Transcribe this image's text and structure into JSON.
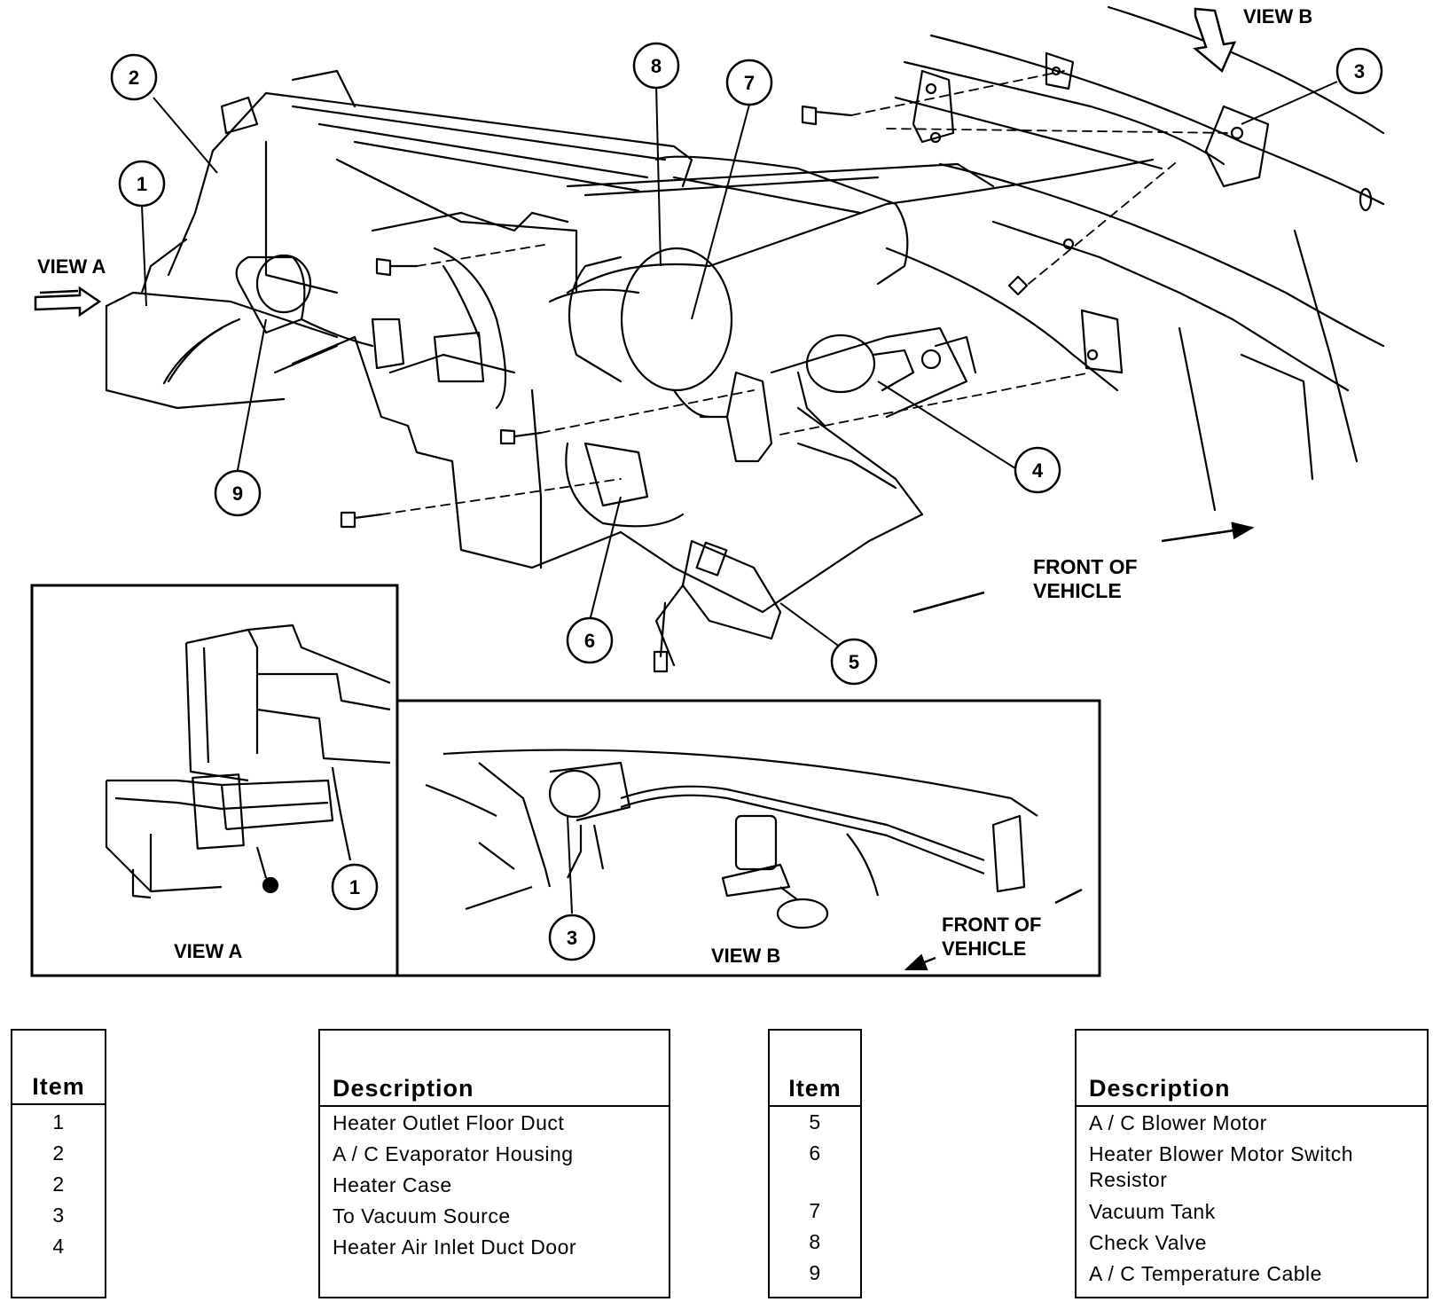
{
  "diagram": {
    "view_a_label": "VIEW A",
    "view_b_label": "VIEW B",
    "front_of_vehicle_line1": "FRONT OF",
    "front_of_vehicle_line2": "VEHICLE",
    "callouts": {
      "c1": "1",
      "c2": "2",
      "c3": "3",
      "c4": "4",
      "c5": "5",
      "c6": "6",
      "c7": "7",
      "c8": "8",
      "c9": "9"
    },
    "inset_a": {
      "caption": "VIEW A",
      "callout": "1"
    },
    "inset_b": {
      "caption": "VIEW B",
      "callout": "3",
      "front_line1": "FRONT OF",
      "front_line2": "VEHICLE"
    }
  },
  "legend": {
    "left": {
      "item_header": "Item",
      "desc_header": "Description",
      "rows": [
        {
          "item": "1",
          "description": "Heater Outlet Floor Duct"
        },
        {
          "item": "2",
          "description": "A / C Evaporator Housing"
        },
        {
          "item": "2",
          "description": "Heater Case"
        },
        {
          "item": "3",
          "description": "To Vacuum Source"
        },
        {
          "item": "4",
          "description": "Heater Air Inlet Duct Door"
        }
      ]
    },
    "right": {
      "item_header": "Item",
      "desc_header": "Description",
      "rows": [
        {
          "item": "5",
          "description": "A / C Blower Motor"
        },
        {
          "item": "6",
          "description": "Heater Blower Motor Switch Resistor"
        },
        {
          "item": "7",
          "description": "Vacuum Tank"
        },
        {
          "item": "8",
          "description": "Check Valve"
        },
        {
          "item": "9",
          "description": "A / C Temperature Cable"
        }
      ]
    }
  }
}
